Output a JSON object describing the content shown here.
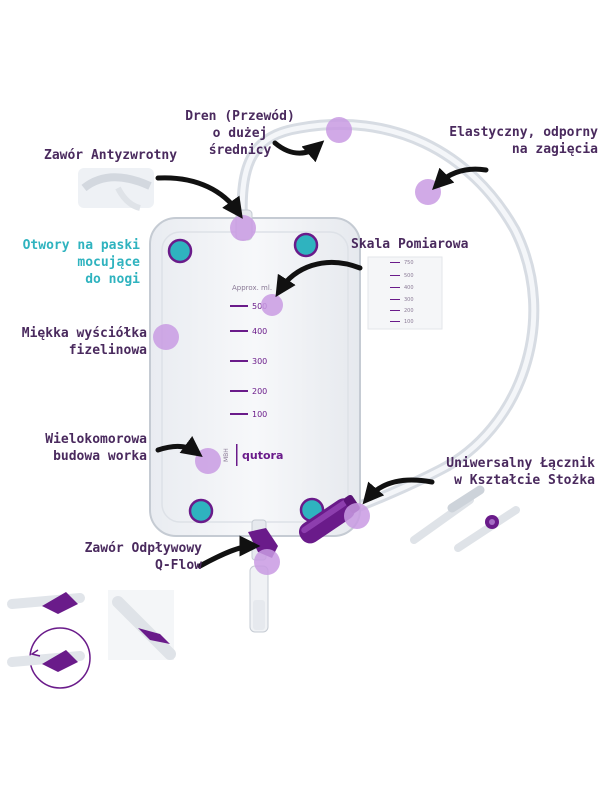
{
  "labels": {
    "dren": [
      "Dren (Przewód)",
      "o dużej",
      "średnicy"
    ],
    "elastyczny": [
      "Elastyczny, odporny",
      "na zagięcia"
    ],
    "zawor_antyzwrotny": [
      "Zawór Antyzwrotny"
    ],
    "otwory": [
      "Otwory na paski",
      "mocujące",
      "do nogi"
    ],
    "skala": [
      "Skala Pomiarowa"
    ],
    "miekka": [
      "Miękka wyściółka",
      "fizelinowa"
    ],
    "wielokomorowa": [
      "Wielokomorowa",
      "budowa worka"
    ],
    "lacznik": [
      "Uniwersalny Łącznik",
      "w Kształcie Stożka"
    ],
    "zawor_odplywowy": [
      "Zawór Odpływowy",
      "Q-Flow"
    ]
  },
  "bag": {
    "approx": "Approx. ml.",
    "scale": [
      "500",
      "400",
      "300",
      "200",
      "100"
    ],
    "brand": "qutora",
    "side_text": "MBH"
  },
  "inset_scale": [
    "750",
    "500",
    "400",
    "300",
    "200",
    "100"
  ],
  "colors": {
    "label": "#4a2a5e",
    "teal": "#2fb3bf",
    "purple": "#6a1b8a",
    "lilac": "#c99be3"
  }
}
